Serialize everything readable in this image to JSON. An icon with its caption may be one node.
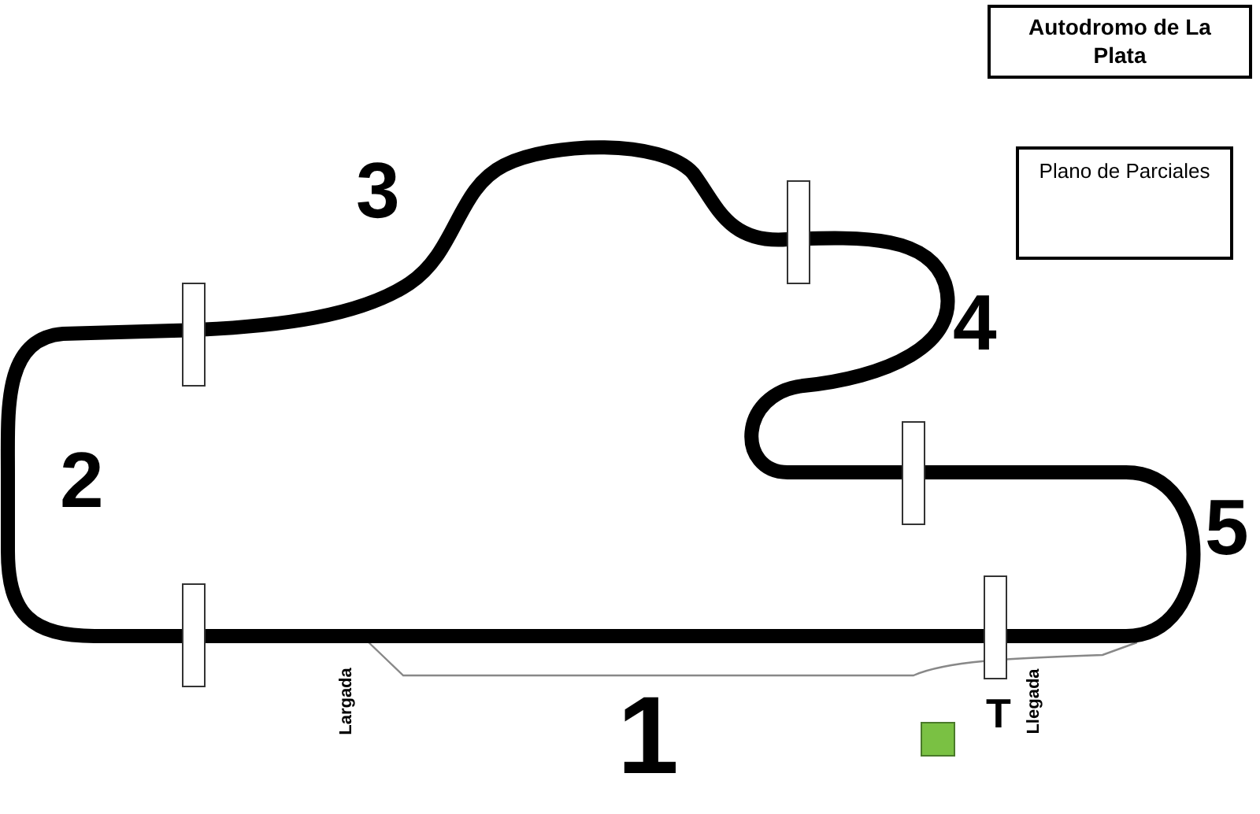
{
  "diagram": {
    "title": "Autodromo de La Plata",
    "nodes": [
      {
        "text": [
          "Plano de Parciales"
        ]
      }
    ],
    "labels": [
      "3",
      "4",
      "2",
      "5",
      "Largada",
      "1",
      "T",
      "Llegada"
    ]
  }
}
